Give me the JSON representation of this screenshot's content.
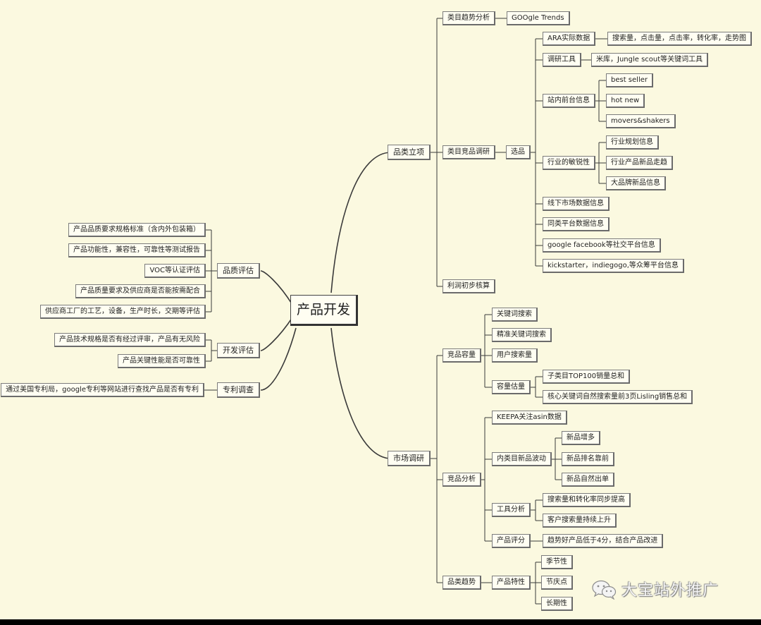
{
  "root": {
    "label": "产品开发"
  },
  "branches": {
    "pinlei": {
      "label": "品类立项",
      "trend": {
        "label": "类目趋势分析",
        "tool": "GOOgle Trends"
      },
      "research": {
        "label": "类目竞品调研",
        "select": "选品",
        "ara": {
          "label": "ARA实际数据",
          "detail": "搜索量，点击量，点击率，转化率，走势图"
        },
        "tools": {
          "label": "调研工具",
          "detail": "米库，Jungle scout等关键词工具"
        },
        "front": {
          "label": "站内前台信息",
          "items": [
            "best seller",
            "hot new",
            "movers&shakers"
          ]
        },
        "sens": {
          "label": "行业的敏锐性",
          "items": [
            "行业规划信息",
            "行业产品新品走趋",
            "大品牌新品信息"
          ]
        },
        "offline": "线下市场数据信息",
        "same": "同类平台数据信息",
        "social": "google facebook等社交平台信息",
        "crowd": "kickstarter，indiegogo,等众筹平台信息"
      },
      "profit": "利润初步核算"
    },
    "market": {
      "label": "市场调研",
      "capacity": {
        "label": "竞品容量",
        "items": [
          "关键词搜索",
          "精准关键词搜索",
          "用户搜索量"
        ],
        "estimate": {
          "label": "容量估量",
          "items": [
            "子类目TOP100销量总和",
            "核心关键词自然搜索量前3页Lisling销售总和"
          ]
        }
      },
      "analysis": {
        "label": "竞品分析",
        "keepa": "KEEPA关注asin数据",
        "newfluct": {
          "label": "内类目新品波动",
          "items": [
            "新品增多",
            "新品排名靠前",
            "新品自然出单"
          ]
        },
        "tool": {
          "label": "工具分析",
          "items": [
            "搜索量和转化率同步提高",
            "客户搜索量持续上升"
          ]
        },
        "rating": {
          "label": "产品评分",
          "detail": "趋势好产品低于4分，结合产品改进"
        }
      },
      "trend": {
        "label": "品类趋势",
        "feature": {
          "label": "产品特性",
          "items": [
            "季节性",
            "节庆点",
            "长期性"
          ]
        }
      }
    },
    "quality": {
      "label": "品质评估",
      "items": [
        "产品品质要求规格标准（含内外包装箱）",
        "产品功能性，兼容性，可靠性等测试报告",
        "VOC等认证评估",
        "产品质量要求及供应商是否能按需配合",
        "供应商工厂的工艺，设备，生产时长，交期等评估"
      ]
    },
    "devEval": {
      "label": "开发评估",
      "items": [
        "产品技术规格是否有经过评审，产品有无风险",
        "产品关键性能是否可靠性"
      ]
    },
    "patent": {
      "label": "专利调查",
      "items": [
        "通过美国专利局，google专利等网站进行查找产品是否有专利"
      ]
    }
  },
  "watermark": {
    "text": "大宝站外推广",
    "icon": "wechat-icon"
  },
  "colors": {
    "background": "#fbf9e0",
    "line": "#3a3a3a",
    "node_fill": "#fffef2"
  }
}
